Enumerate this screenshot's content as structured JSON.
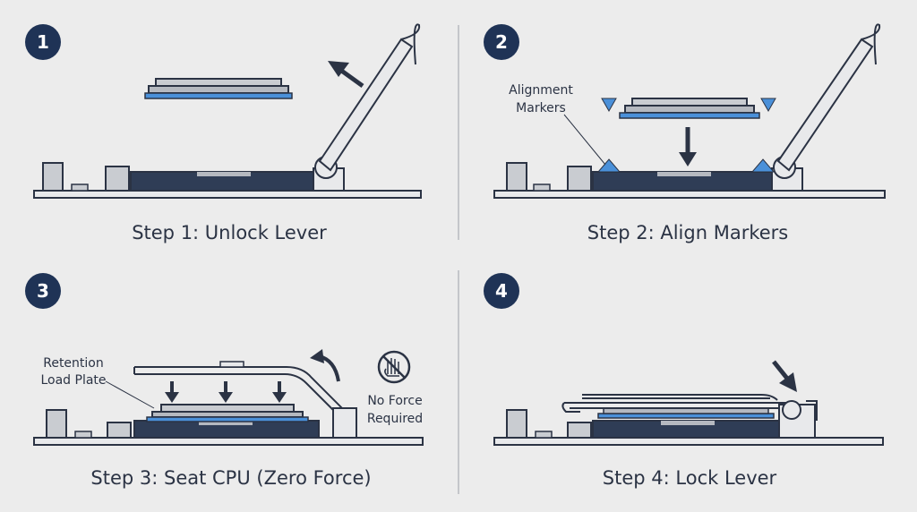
{
  "steps": [
    {
      "number": "1",
      "title": "Step 1: Unlock Lever"
    },
    {
      "number": "2",
      "title": "Step 2: Align Markers",
      "callout_line1": "Alignment",
      "callout_line2": "Markers"
    },
    {
      "number": "3",
      "title": "Step 3: Seat CPU (Zero Force)",
      "callout_line1": "Retention",
      "callout_line2": "Load Plate",
      "note_line1": "No Force",
      "note_line2": "Required"
    },
    {
      "number": "4",
      "title": "Step 4: Lock Lever"
    }
  ],
  "colors": {
    "background": "#ececec",
    "badge": "#1f3356",
    "outline": "#2b3344",
    "socket": "#2f3d56",
    "accent_blue": "#4a90d9",
    "component_grey": "#b5b9c0"
  },
  "icons": [
    "arrow-icon",
    "no-force-icon",
    "alignment-triangle-icon"
  ]
}
